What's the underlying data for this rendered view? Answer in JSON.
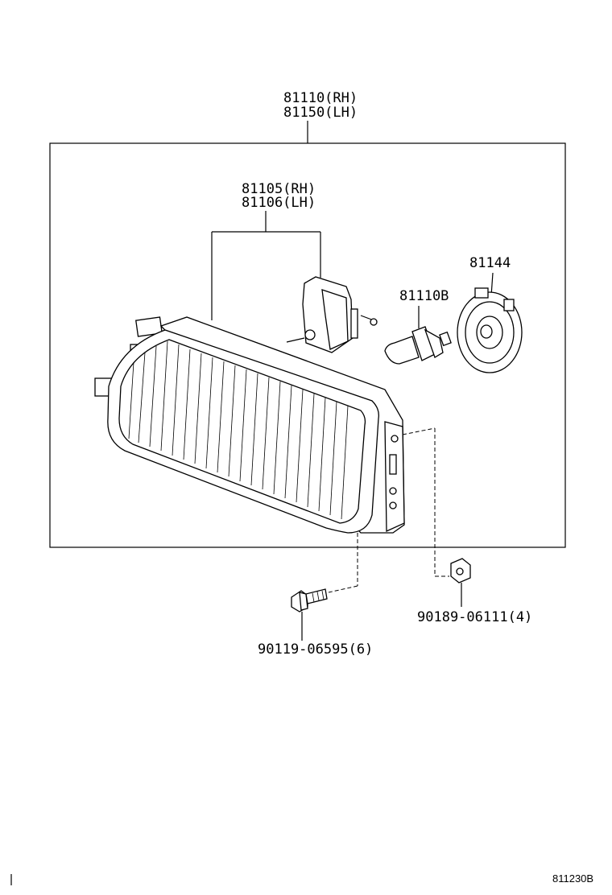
{
  "labels": {
    "assembly_rh": "81110(RH)",
    "assembly_lh": "81150(LH)",
    "unit_rh": "81105(RH)",
    "unit_lh": "81106(LH)",
    "bulb": "81110B",
    "socket_cover": "81144",
    "screw": "90119-06595(6)",
    "nut": "90189-06111(4)",
    "diagram_code": "811230B"
  }
}
